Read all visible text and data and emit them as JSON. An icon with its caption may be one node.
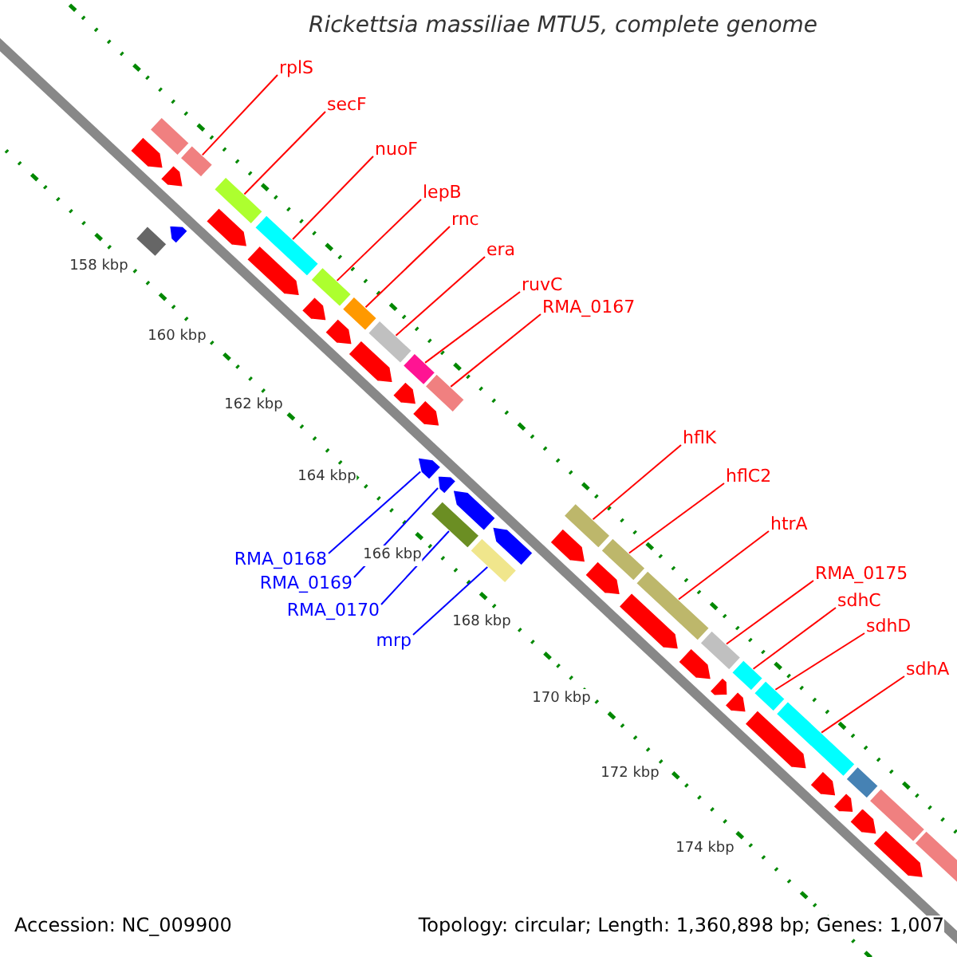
{
  "diagram": {
    "title": "Rickettsia massiliae MTU5, complete genome",
    "nodes": [
      {
        "text": [
          "rplS"
        ]
      },
      {
        "text": [
          "secF"
        ]
      },
      {
        "text": [
          "nuoF"
        ]
      },
      {
        "text": [
          "lepB"
        ]
      },
      {
        "text": [
          "rnc"
        ]
      },
      {
        "text": [
          "era"
        ]
      },
      {
        "text": [
          "ruvC"
        ]
      },
      {
        "text": [
          "RMA_0167"
        ]
      },
      {
        "text": [
          "hflK"
        ]
      },
      {
        "text": [
          "hflC2"
        ]
      },
      {
        "text": [
          "htrA"
        ]
      },
      {
        "text": [
          "RMA_0175"
        ]
      },
      {
        "text": [
          "sdhC"
        ]
      },
      {
        "text": [
          "sdhD"
        ]
      },
      {
        "text": [
          "sdhA"
        ]
      },
      {
        "text": [
          "RMA_0168"
        ]
      },
      {
        "text": [
          "RMA_0169"
        ]
      },
      {
        "text": [
          "RMA_0170"
        ]
      },
      {
        "text": [
          "mrp"
        ]
      },
      {
        "text": [],
        "shape": "box"
      },
      {
        "text": [],
        "shape": "box"
      },
      {
        "text": [],
        "shape": "box"
      },
      {
        "text": [],
        "shape": "box"
      },
      {
        "text": [],
        "shape": "box"
      },
      {
        "text": [],
        "shape": "box"
      },
      {
        "text": [],
        "shape": "box"
      },
      {
        "text": [],
        "shape": "box"
      },
      {
        "text": [],
        "shape": "box"
      },
      {
        "text": [],
        "shape": "box"
      },
      {
        "text": [],
        "shape": "box"
      },
      {
        "text": [],
        "shape": "box"
      },
      {
        "text": [],
        "shape": "box"
      },
      {
        "text": [],
        "shape": "box"
      },
      {
        "text": [],
        "shape": "box"
      },
      {
        "text": [],
        "shape": "arrow"
      },
      {
        "text": [],
        "shape": "arrow"
      },
      {
        "text": [],
        "shape": "box"
      },
      {
        "text": [],
        "shape": "box"
      },
      {
        "text": [],
        "shape": "box"
      },
      {
        "text": [],
        "shape": "box"
      },
      {
        "text": [],
        "shape": "box"
      },
      {
        "text": [],
        "shape": "box"
      },
      {
        "text": [],
        "shape": "arrow"
      },
      {
        "text": [],
        "shape": "arrow"
      },
      {
        "text": [],
        "shape": "box"
      },
      {
        "text": [],
        "shape": "arrow"
      },
      {
        "text": [],
        "shape": "arrow"
      },
      {
        "text": [],
        "shape": "arrow"
      },
      {
        "text": [],
        "shape": "arrow"
      },
      {
        "text": [],
        "shape": "arrow"
      },
      {
        "text": [],
        "shape": "arrow"
      },
      {
        "text": [],
        "shape": "arrow"
      },
      {
        "text": [],
        "shape": "arrow"
      },
      {
        "text": [],
        "shape": "arrow"
      },
      {
        "text": [],
        "shape": "arrow"
      },
      {
        "text": [],
        "shape": "arrow"
      },
      {
        "text": [],
        "shape": "arrow"
      },
      {
        "text": [],
        "shape": "arrow"
      },
      {
        "text": [],
        "shape": "arrow"
      },
      {
        "text": [],
        "shape": "arrow"
      },
      {
        "text": [],
        "shape": "arrow"
      },
      {
        "text": [],
        "shape": "arrow"
      },
      {
        "text": [],
        "shape": "arrow"
      },
      {
        "text": [],
        "shape": "arrow"
      },
      {
        "text": [],
        "shape": "arrow"
      },
      {
        "text": [],
        "shape": "arrow"
      }
    ],
    "edges": [
      {
        "from": 0,
        "to": 19,
        "arrow": "none"
      },
      {
        "from": 1,
        "to": 20,
        "arrow": "none"
      },
      {
        "from": 2,
        "to": 21,
        "arrow": "none"
      },
      {
        "from": 3,
        "to": 22,
        "arrow": "none"
      },
      {
        "from": 4,
        "to": 23,
        "arrow": "none"
      },
      {
        "from": 5,
        "to": 24,
        "arrow": "none"
      },
      {
        "from": 6,
        "to": 25,
        "arrow": "none"
      },
      {
        "from": 7,
        "to": 26,
        "arrow": "none"
      },
      {
        "from": 8,
        "to": 27,
        "arrow": "none"
      },
      {
        "from": 9,
        "to": 28,
        "arrow": "none"
      },
      {
        "from": 10,
        "to": 29,
        "arrow": "none"
      },
      {
        "from": 11,
        "to": 30,
        "arrow": "none"
      },
      {
        "from": 12,
        "to": 31,
        "arrow": "none"
      },
      {
        "from": 13,
        "to": 32,
        "arrow": "none"
      },
      {
        "from": 14,
        "to": 33,
        "arrow": "none"
      },
      {
        "from": 15,
        "to": 34,
        "arrow": "none",
        "color": "#0000ff"
      },
      {
        "from": 16,
        "to": 35,
        "arrow": "none",
        "color": "#0000ff"
      },
      {
        "from": 17,
        "to": 36,
        "arrow": "none",
        "color": "#0000ff"
      },
      {
        "from": 18,
        "to": 37,
        "arrow": "none",
        "color": "#0000ff"
      }
    ],
    "labels": [
      "158 kbp",
      "160 kbp",
      "162 kbp",
      "164 kbp",
      "166 kbp",
      "168 kbp",
      "170 kbp",
      "172 kbp",
      "174 kbp",
      "Accession: NC_009900",
      "Topology: circular; Length: 1,360,898 bp; Genes: 1,007"
    ]
  }
}
